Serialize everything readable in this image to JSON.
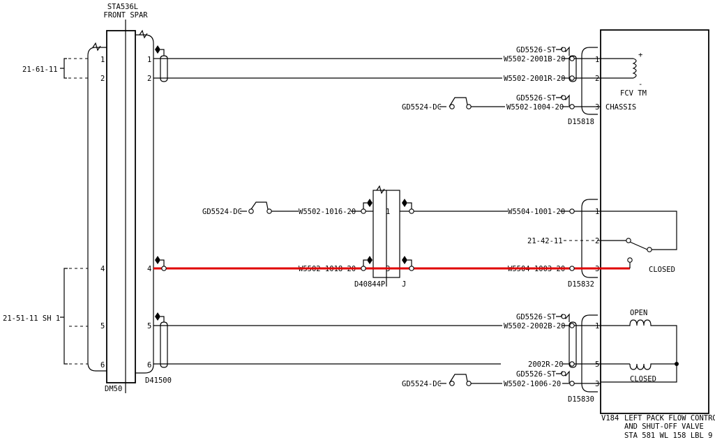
{
  "spar": {
    "line1": "STA536L",
    "line2": "FRONT SPAR"
  },
  "refs": {
    "r1": "21-61-11",
    "r2": "21-51-11 SH 1",
    "r3": "21-42-11"
  },
  "connectors": {
    "dm50": "DM50",
    "d41500": "D41500",
    "d40844p": "D40844P",
    "j": "J",
    "d15818": "D15818",
    "d15832": "D15832",
    "d15830": "D15830"
  },
  "pins": {
    "p1": "1",
    "p2": "2",
    "p3": "3",
    "p4": "4",
    "p5": "5",
    "p6": "6"
  },
  "wires": {
    "w2001b": "W5502-2001B-20",
    "w2001r": "W5502-2001R-20",
    "w1004": "W5502-1004-20",
    "w1016": "W5502-1016-20",
    "w1018": "W5502-1018-20",
    "w1001": "W5504-1001-20",
    "w1003": "W5504-1003-20",
    "w2002b": "W5502-2002B-20",
    "w2002r": "2002R-20",
    "w1006": "W5502-1006-20"
  },
  "grounds": {
    "st": "GD5526-ST",
    "dc": "GD5524-DC"
  },
  "valve": {
    "fcv": "FCV TM",
    "chassis": "CHASSIS",
    "plus": "+",
    "minus": "-",
    "open": "OPEN",
    "closed_switch": "CLOSED",
    "closed_coil": "CLOSED",
    "id": "V184",
    "line1": "LEFT PACK FLOW CONTROL",
    "line2": "AND SHUT-OFF VALVE",
    "line3": "STA 581 WL 158 LBL 9"
  },
  "colors": {
    "highlight": "#e00000",
    "ink": "#000000"
  }
}
